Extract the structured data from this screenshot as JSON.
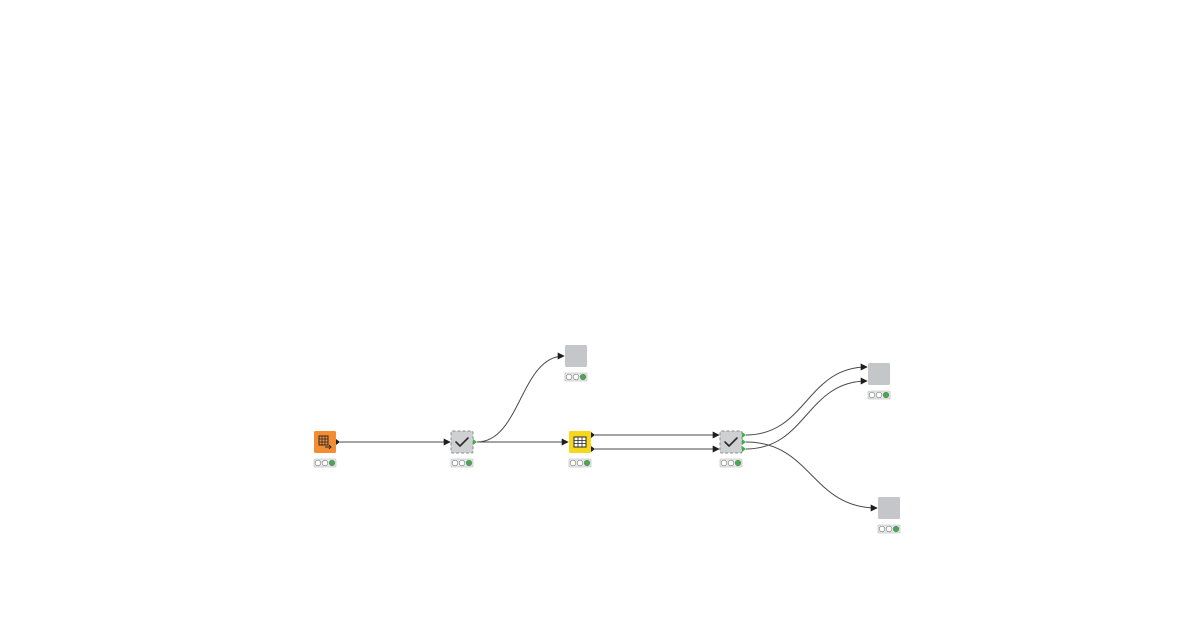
{
  "workflow": {
    "background_color": "#ffffff",
    "connection_color": "#4a4a4a",
    "nodes": [
      {
        "id": "source",
        "kind": "table-reader",
        "icon": "table-reader-icon",
        "color": "#f48c33",
        "border": "solid",
        "status": "executed"
      },
      {
        "id": "validator-1",
        "kind": "checkpoint",
        "icon": "checkmark-icon",
        "color": "#cfd0d2",
        "border": "dashed",
        "status": "executed"
      },
      {
        "id": "output-top",
        "kind": "generic",
        "icon": "",
        "color": "#c4c6c9",
        "border": "solid",
        "status": "executed"
      },
      {
        "id": "manipulator",
        "kind": "table-manipulator",
        "icon": "table-grid-icon",
        "color": "#f7d71c",
        "border": "solid",
        "status": "executed"
      },
      {
        "id": "validator-2",
        "kind": "checkpoint",
        "icon": "checkmark-icon",
        "color": "#cfd0d2",
        "border": "dashed",
        "status": "executed"
      },
      {
        "id": "output-right",
        "kind": "generic",
        "icon": "",
        "color": "#c4c6c9",
        "border": "solid",
        "status": "executed"
      },
      {
        "id": "output-bottom",
        "kind": "generic",
        "icon": "",
        "color": "#c4c6c9",
        "border": "solid",
        "status": "executed"
      }
    ],
    "connections": [
      {
        "from": "source",
        "to": "validator-1"
      },
      {
        "from": "validator-1",
        "to": "output-top"
      },
      {
        "from": "validator-1",
        "to": "manipulator"
      },
      {
        "from": "manipulator",
        "to": "validator-2",
        "port": 1
      },
      {
        "from": "manipulator",
        "to": "validator-2",
        "port": 2
      },
      {
        "from": "validator-2",
        "to": "output-right",
        "port": 1
      },
      {
        "from": "validator-2",
        "to": "output-right",
        "port": 2
      },
      {
        "from": "validator-2",
        "to": "output-bottom"
      }
    ],
    "status_colors": {
      "off": "#ffffff",
      "executed": "#3fae49"
    }
  }
}
